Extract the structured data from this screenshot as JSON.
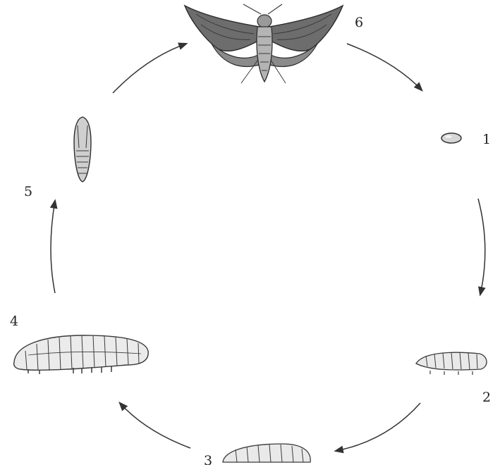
{
  "labels": {
    "stage_1": "1",
    "stage_2": "2",
    "stage_3": "3",
    "stage_4": "4",
    "stage_5": "5",
    "stage_6": "6"
  },
  "stages": [
    {
      "number": "1",
      "icon": "egg-icon"
    },
    {
      "number": "2",
      "icon": "young-caterpillar-icon"
    },
    {
      "number": "3",
      "icon": "growing-caterpillar-icon"
    },
    {
      "number": "4",
      "icon": "mature-caterpillar-icon"
    },
    {
      "number": "5",
      "icon": "pupa-icon"
    },
    {
      "number": "6",
      "icon": "moth-icon"
    }
  ],
  "colors": {
    "ink": "#3a3a3a",
    "background": "#ffffff"
  }
}
